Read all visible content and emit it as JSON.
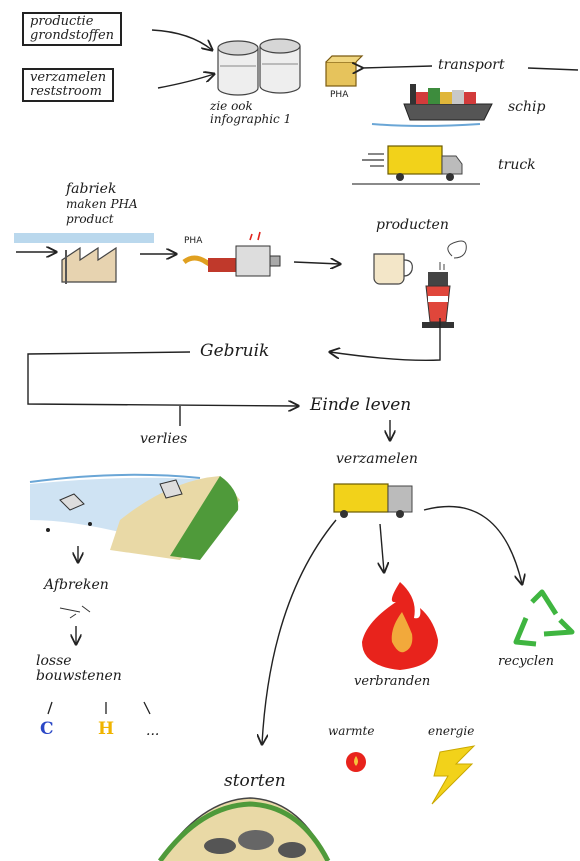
{
  "input_boxes": {
    "box1": [
      "productie",
      "grondstoffen"
    ],
    "box2": [
      "verzamelen",
      "reststroom"
    ]
  },
  "infographic_note": [
    "zie ook",
    "infographic 1"
  ],
  "pha_small": "PHA",
  "transport": "transport",
  "schip": "schip",
  "truck": "truck",
  "fabriek": [
    "fabriek",
    "maken PHA",
    "product"
  ],
  "pha_machine": "PHA",
  "producten": "producten",
  "gebruik": "Gebruik",
  "einde_leven": "Einde leven",
  "verlies": "verlies",
  "verzamelen": "verzamelen",
  "afbreken": "Afbreken",
  "losse_bouwstenen": [
    "losse",
    "bouwstenen"
  ],
  "elements": {
    "c": "C",
    "h": "H",
    "dots": "..."
  },
  "verbranden": "verbranden",
  "recyclen": "recyclen",
  "warmte": "warmte",
  "energie": "energie",
  "storten": "storten",
  "colors": {
    "truck_yellow": "#f2d21a",
    "flame_red": "#e8231c",
    "recycle_green": "#3fb540",
    "water_blue": "#9cc7e6",
    "sand": "#e9d9a6",
    "grass": "#4f9a3a"
  }
}
